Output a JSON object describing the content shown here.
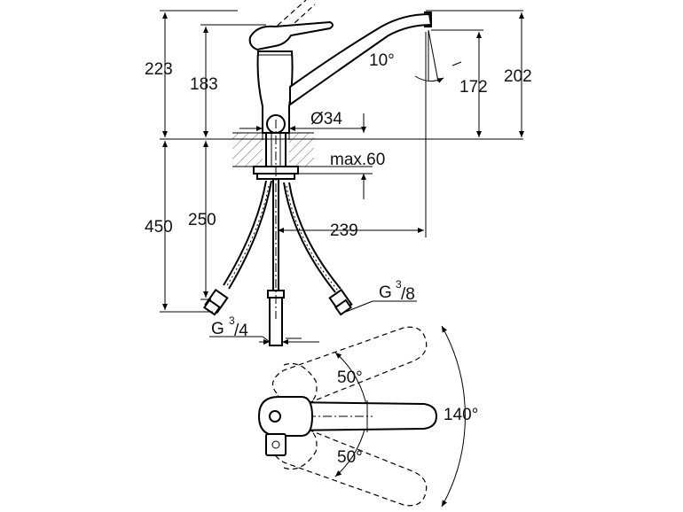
{
  "dimensions": {
    "d223": "223",
    "d183": "183",
    "d10": "10°",
    "d172": "172",
    "d202": "202",
    "d34": "Ø34",
    "dmax60": "max.60",
    "d450": "450",
    "d250": "250",
    "d239": "239",
    "g38_base": "G",
    "g38_sup": "3",
    "g38_frac": "/8",
    "g34_base": "G",
    "g34_sup": "3",
    "g34_frac": "/4",
    "a50_top": "50°",
    "a50_bottom": "50°",
    "a140": "140°"
  }
}
